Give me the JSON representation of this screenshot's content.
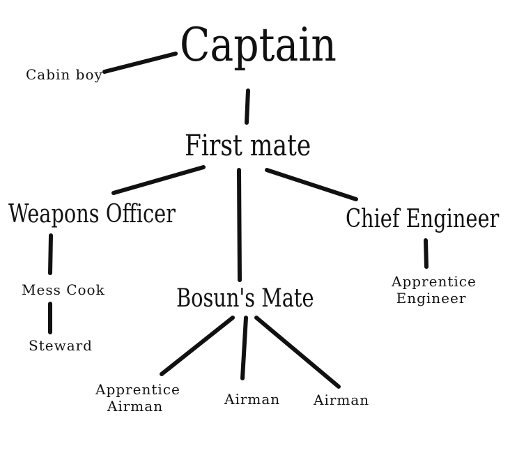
{
  "chart_title": "",
  "nodes": {
    "captain": "Captain",
    "cabin_boy": "Cabin boy",
    "first_mate": "First mate",
    "weapons_officer": "Weapons Officer",
    "chief_engineer": "Chief Engineer",
    "bosuns_mate": "Bosun's Mate",
    "mess_cook": "Mess Cook",
    "steward": "Steward",
    "apprentice_engineer": "Apprentice\nEngineer",
    "apprentice_airman": "Apprentice\nAirman",
    "airman_1": "Airman",
    "airman_2": "Airman"
  },
  "edges": [
    [
      "captain",
      "cabin_boy"
    ],
    [
      "captain",
      "first_mate"
    ],
    [
      "first_mate",
      "weapons_officer"
    ],
    [
      "first_mate",
      "bosuns_mate"
    ],
    [
      "first_mate",
      "chief_engineer"
    ],
    [
      "weapons_officer",
      "mess_cook"
    ],
    [
      "mess_cook",
      "steward"
    ],
    [
      "chief_engineer",
      "apprentice_engineer"
    ],
    [
      "bosuns_mate",
      "apprentice_airman"
    ],
    [
      "bosuns_mate",
      "airman_1"
    ],
    [
      "bosuns_mate",
      "airman_2"
    ]
  ]
}
